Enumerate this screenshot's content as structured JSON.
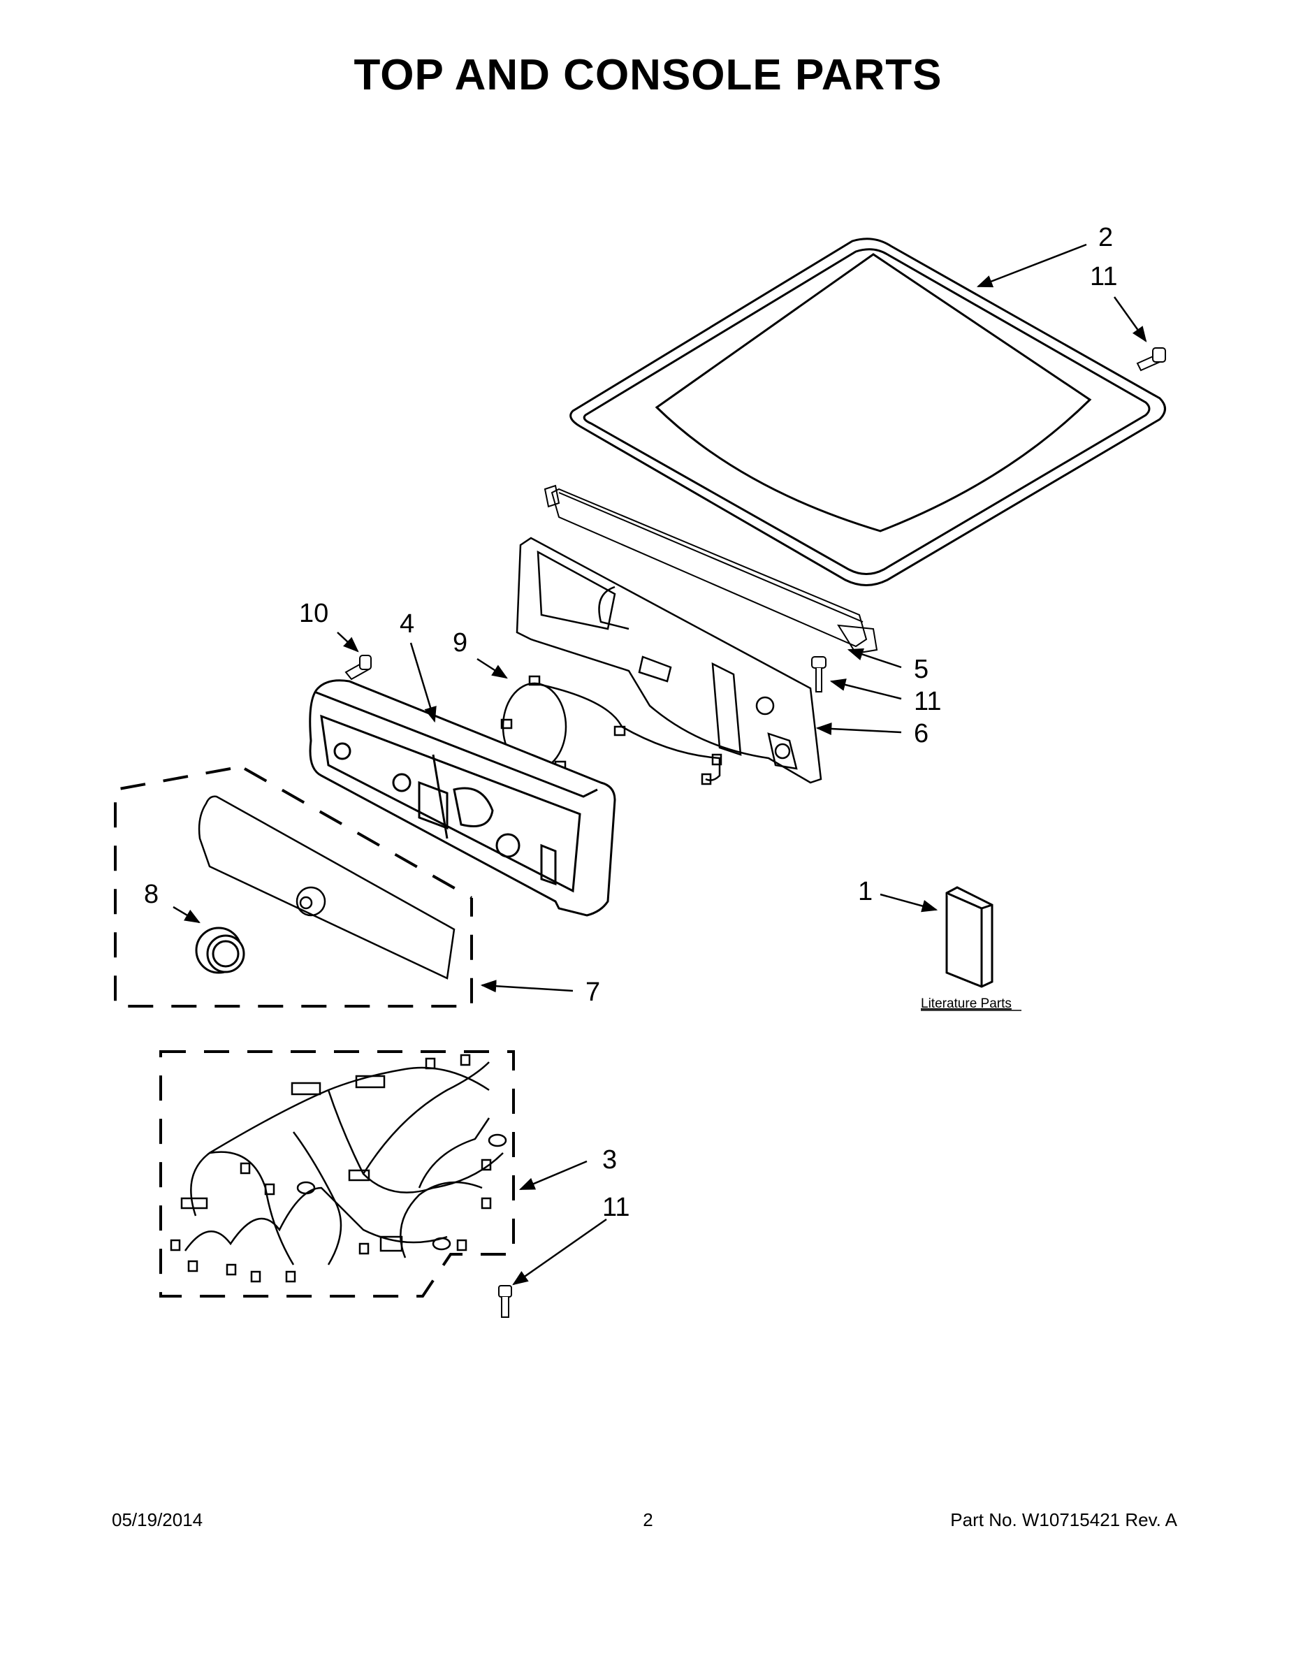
{
  "title": "TOP AND CONSOLE PARTS",
  "callouts": {
    "c1": "1",
    "c2": "2",
    "c3": "3",
    "c4": "4",
    "c5": "5",
    "c6": "6",
    "c7": "7",
    "c8": "8",
    "c9": "9",
    "c10": "10",
    "c11a": "11",
    "c11b": "11",
    "c11c": "11"
  },
  "literature_label": "Literature Parts",
  "footer": {
    "date": "05/19/2014",
    "page": "2",
    "part_no": "Part No.  W10715421  Rev.  A"
  }
}
